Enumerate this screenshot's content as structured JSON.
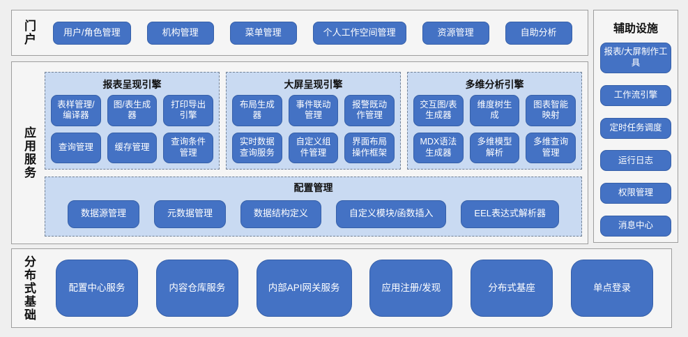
{
  "portal": {
    "label": "门户",
    "items": [
      "用户/角色管理",
      "机构管理",
      "菜单管理",
      "个人工作空间管理",
      "资源管理",
      "自助分析"
    ]
  },
  "app_services": {
    "label": "应用服务",
    "engines": [
      {
        "title": "报表呈现引擎",
        "items": [
          "表样管理/编译器",
          "图/表生成器",
          "打印导出引擎",
          "查询管理",
          "缓存管理",
          "查询条件管理"
        ]
      },
      {
        "title": "大屏呈现引擎",
        "items": [
          "布局生成器",
          "事件联动管理",
          "报警既动作管理",
          "实时数据查询服务",
          "自定义组件管理",
          "界面布局操作框架"
        ]
      },
      {
        "title": "多维分析引擎",
        "items": [
          "交互图/表生成器",
          "维度树生成",
          "图表智能映射",
          "MDX语法生成器",
          "多维模型解析",
          "多维查询管理"
        ]
      }
    ],
    "config": {
      "title": "配置管理",
      "items": [
        "数据源管理",
        "元数据管理",
        "数据结构定义",
        "自定义模块/函数插入",
        "EEL表达式解析器"
      ]
    }
  },
  "distributed": {
    "label": "分布式基础",
    "items": [
      "配置中心服务",
      "内容仓库服务",
      "内部API网关服务",
      "应用注册/发现",
      "分布式基座",
      "单点登录"
    ]
  },
  "auxiliary": {
    "title": "辅助设施",
    "items": [
      "报表/大屏制作工具",
      "工作流引擎",
      "定时任务调度",
      "运行日志",
      "权限管理",
      "消息中心"
    ]
  },
  "colors": {
    "button_blue": "#4472c4",
    "button_border": "#355fa8",
    "panel_light_blue": "#c9daf2",
    "section_fill": "#f5f5f5",
    "section_border": "#9d9d9d",
    "page_background": "#efefef",
    "button_text": "#ffffff"
  }
}
